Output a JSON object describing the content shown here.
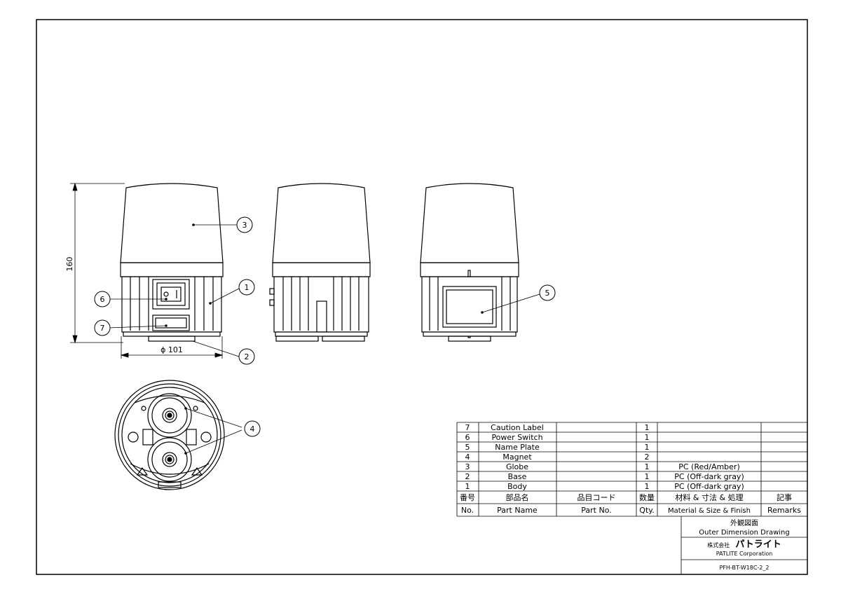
{
  "dimensions": {
    "height": "160",
    "diameter": "ϕ 101"
  },
  "balloons": [
    "1",
    "2",
    "3",
    "4",
    "5",
    "6",
    "7"
  ],
  "parts_list": {
    "rows": [
      {
        "no": "7",
        "name": "Caution Label",
        "part_no": "",
        "qty": "1",
        "material": "",
        "remarks": ""
      },
      {
        "no": "6",
        "name": "Power Switch",
        "part_no": "",
        "qty": "1",
        "material": "",
        "remarks": ""
      },
      {
        "no": "5",
        "name": "Name Plate",
        "part_no": "",
        "qty": "1",
        "material": "",
        "remarks": ""
      },
      {
        "no": "4",
        "name": "Magnet",
        "part_no": "",
        "qty": "2",
        "material": "",
        "remarks": ""
      },
      {
        "no": "3",
        "name": "Globe",
        "part_no": "",
        "qty": "1",
        "material": "PC (Red/Amber)",
        "remarks": ""
      },
      {
        "no": "2",
        "name": "Base",
        "part_no": "",
        "qty": "1",
        "material": "PC (Off-dark gray)",
        "remarks": ""
      },
      {
        "no": "1",
        "name": "Body",
        "part_no": "",
        "qty": "1",
        "material": "PC (Off-dark gray)",
        "remarks": ""
      }
    ],
    "header_jp": {
      "no": "番号",
      "name": "部品名",
      "part_no": "品目コード",
      "qty": "数量",
      "material": "材料 & 寸法 & 処理",
      "remarks": "記事"
    },
    "header_en": {
      "no": "No.",
      "name": "Part Name",
      "part_no": "Part No.",
      "qty": "Qty.",
      "material": "Material & Size & Finish",
      "remarks": "Remarks"
    }
  },
  "title_block": {
    "title_jp": "外観図面",
    "title_en": "Outer Dimension Drawing",
    "company_prefix_jp": "株式会社",
    "company_jp": "パトライト",
    "company_en": "PATLITE Corporation",
    "drawing_no": "PFH-BT-W18C-2_2"
  }
}
